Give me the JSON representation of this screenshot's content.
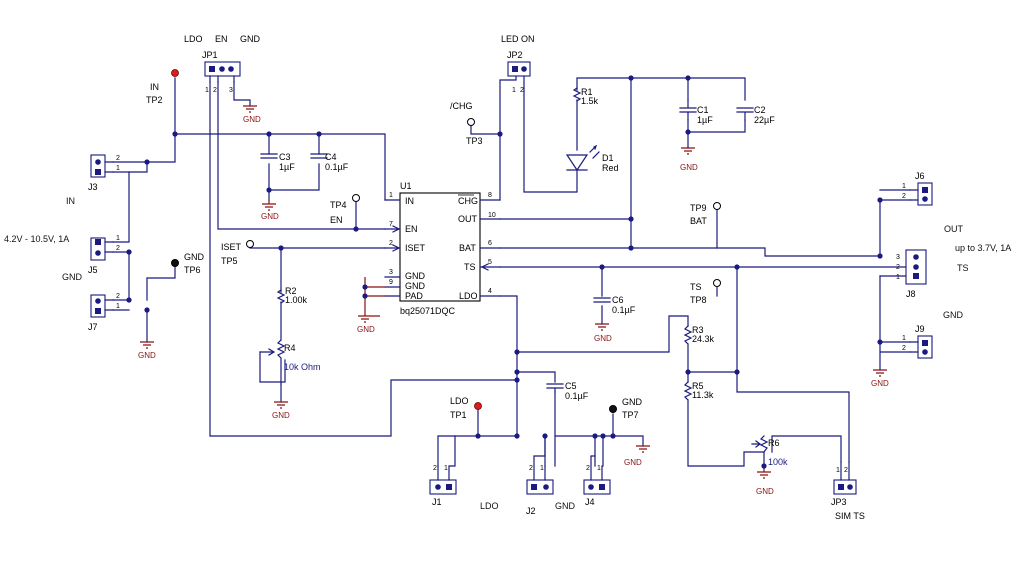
{
  "ic": {
    "ref": "U1",
    "part": "bq25071DQC",
    "left_pins": [
      {
        "num": "1",
        "name": "IN"
      },
      {
        "num": "7",
        "name": "EN"
      },
      {
        "num": "2",
        "name": "ISET"
      },
      {
        "num": "3",
        "name": "GND"
      },
      {
        "num": "9",
        "name": "GND"
      },
      {
        "num": "",
        "name": "PAD"
      }
    ],
    "right_pins": [
      {
        "num": "8",
        "name": "CHG"
      },
      {
        "num": "10",
        "name": "OUT"
      },
      {
        "num": "6",
        "name": "BAT"
      },
      {
        "num": "5",
        "name": "TS"
      },
      {
        "num": "4",
        "name": "LDO"
      }
    ]
  },
  "components": [
    {
      "ref": "C3",
      "value": "1µF"
    },
    {
      "ref": "C4",
      "value": "0.1µF"
    },
    {
      "ref": "C1",
      "value": "1µF"
    },
    {
      "ref": "C2",
      "value": "22µF"
    },
    {
      "ref": "C5",
      "value": "0.1µF"
    },
    {
      "ref": "C6",
      "value": "0.1µF"
    },
    {
      "ref": "R1",
      "value": "1.5k"
    },
    {
      "ref": "R2",
      "value": "1.00k"
    },
    {
      "ref": "R3",
      "value": "24.3k"
    },
    {
      "ref": "R5",
      "value": "11.3k"
    },
    {
      "ref": "R4",
      "value": "10k Ohm"
    },
    {
      "ref": "R6",
      "value": "100k"
    },
    {
      "ref": "D1",
      "value": "Red"
    }
  ],
  "testpoints": [
    {
      "ref": "TP2",
      "net": "IN"
    },
    {
      "ref": "TP3",
      "net": "/CHG"
    },
    {
      "ref": "TP4",
      "net": "EN"
    },
    {
      "ref": "TP5",
      "net": "ISET"
    },
    {
      "ref": "TP6",
      "net": "GND"
    },
    {
      "ref": "TP1",
      "net": "LDO"
    },
    {
      "ref": "TP7",
      "net": "GND"
    },
    {
      "ref": "TP9",
      "net": "BAT"
    },
    {
      "ref": "TP8",
      "net": "TS"
    }
  ],
  "jumpers": [
    {
      "ref": "JP1",
      "labels": [
        "LDO",
        "EN",
        "GND"
      ]
    },
    {
      "ref": "JP2",
      "labels": [
        "LED ON"
      ]
    },
    {
      "ref": "JP3",
      "labels": [
        "SIM TS"
      ]
    }
  ],
  "connectors": [
    "J1",
    "J2",
    "J3",
    "J4",
    "J5",
    "J6",
    "J7",
    "J8",
    "J9"
  ],
  "pin_numbers": {
    "one": "1",
    "two": "2",
    "three": "3"
  },
  "gnd_label": "GND",
  "net_labels": {
    "in_left": "IN",
    "in_range": "4.2V - 10.5V, 1A",
    "gnd_left": "GND",
    "out_right": "OUT",
    "out_range": "up to 3.7V, 1A",
    "ts_right": "TS",
    "gnd_right": "GND",
    "ldo_bottom": "LDO",
    "gnd_bottom": "GND"
  }
}
